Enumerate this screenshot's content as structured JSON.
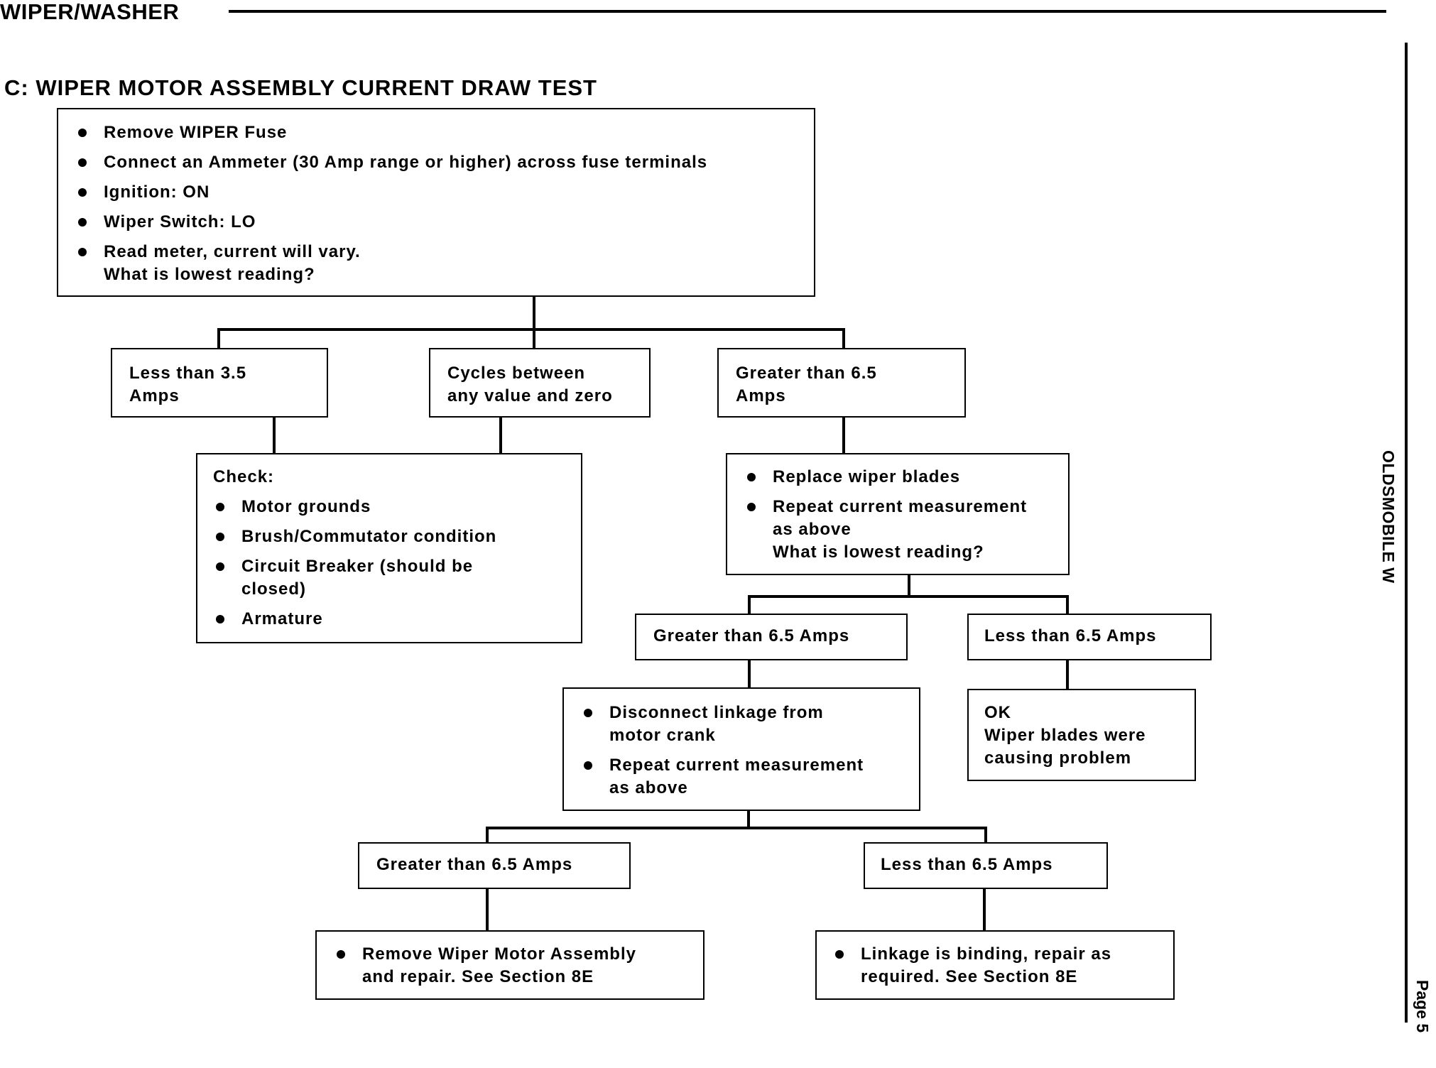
{
  "header": {
    "title": "WIPER/WASHER"
  },
  "section_title": "C: WIPER MOTOR ASSEMBLY CURRENT DRAW TEST",
  "side": {
    "brand": "OLDSMOBILE W",
    "page": "Page 5"
  },
  "flowchart": {
    "start": {
      "items": [
        "Remove WIPER Fuse",
        "Connect an Ammeter (30 Amp range or higher) across fuse terminals",
        "Ignition: ON",
        "Wiper Switch: LO",
        "Read meter, current will vary.\nWhat is lowest reading?"
      ]
    },
    "result_low": "Less than 3.5\nAmps",
    "result_cycles": "Cycles between\nany value and zero",
    "result_high": "Greater than 6.5\nAmps",
    "check": {
      "heading": "Check:",
      "items": [
        "Motor grounds",
        "Brush/Commutator condition",
        "Circuit Breaker (should be\nclosed)",
        "Armature"
      ]
    },
    "replace_blades": {
      "items": [
        "Replace wiper blades",
        "Repeat current measurement\nas above\nWhat is lowest reading?"
      ]
    },
    "after_blades_greater": "Greater than 6.5 Amps",
    "after_blades_less": "Less than 6.5 Amps",
    "ok_box": "OK\nWiper blades were\ncausing problem",
    "disconnect": {
      "items": [
        "Disconnect linkage from\nmotor crank",
        "Repeat current measurement\nas above"
      ]
    },
    "final_greater": "Greater than 6.5 Amps",
    "final_less": "Less than 6.5 Amps",
    "remove_motor": {
      "items": [
        "Remove Wiper Motor Assembly\nand repair. See Section 8E"
      ]
    },
    "linkage_binding": {
      "items": [
        "Linkage is binding, repair as\nrequired. See Section 8E"
      ]
    }
  }
}
